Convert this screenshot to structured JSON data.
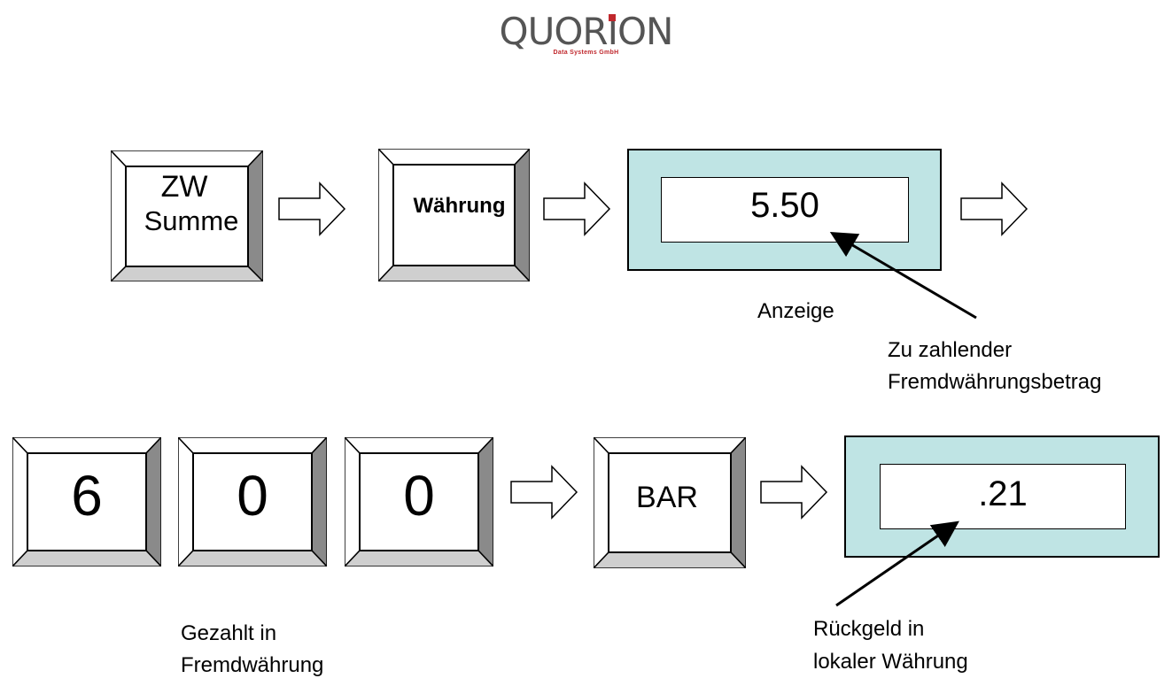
{
  "logo": {
    "wordmark_left": "QUOR",
    "wordmark_i": "I",
    "wordmark_right": "ON",
    "tagline": "Data Systems GmbH",
    "accent_color": "#c0282d"
  },
  "row1": {
    "key_subtotal": {
      "line1": "ZW",
      "line2": "Summe"
    },
    "key_currency": {
      "label": "Währung"
    },
    "display": {
      "value": "5.50",
      "label": "Anzeige"
    },
    "callout": {
      "line1": "Zu zahlender",
      "line2": "Fremdwährungsbetrag"
    }
  },
  "row2": {
    "keys": [
      "6",
      "0",
      "0"
    ],
    "key_cash": {
      "label": "BAR"
    },
    "display": {
      "value": ".21"
    },
    "paid_caption": {
      "line1": "Gezahlt in",
      "line2": "Fremdwährung"
    },
    "change_caption": {
      "line1": "Rückgeld in",
      "line2": "lokaler Währung"
    }
  },
  "colors": {
    "display_bg": "#bfe4e4",
    "key_side": "#808080",
    "key_bottom": "#cccccc"
  }
}
